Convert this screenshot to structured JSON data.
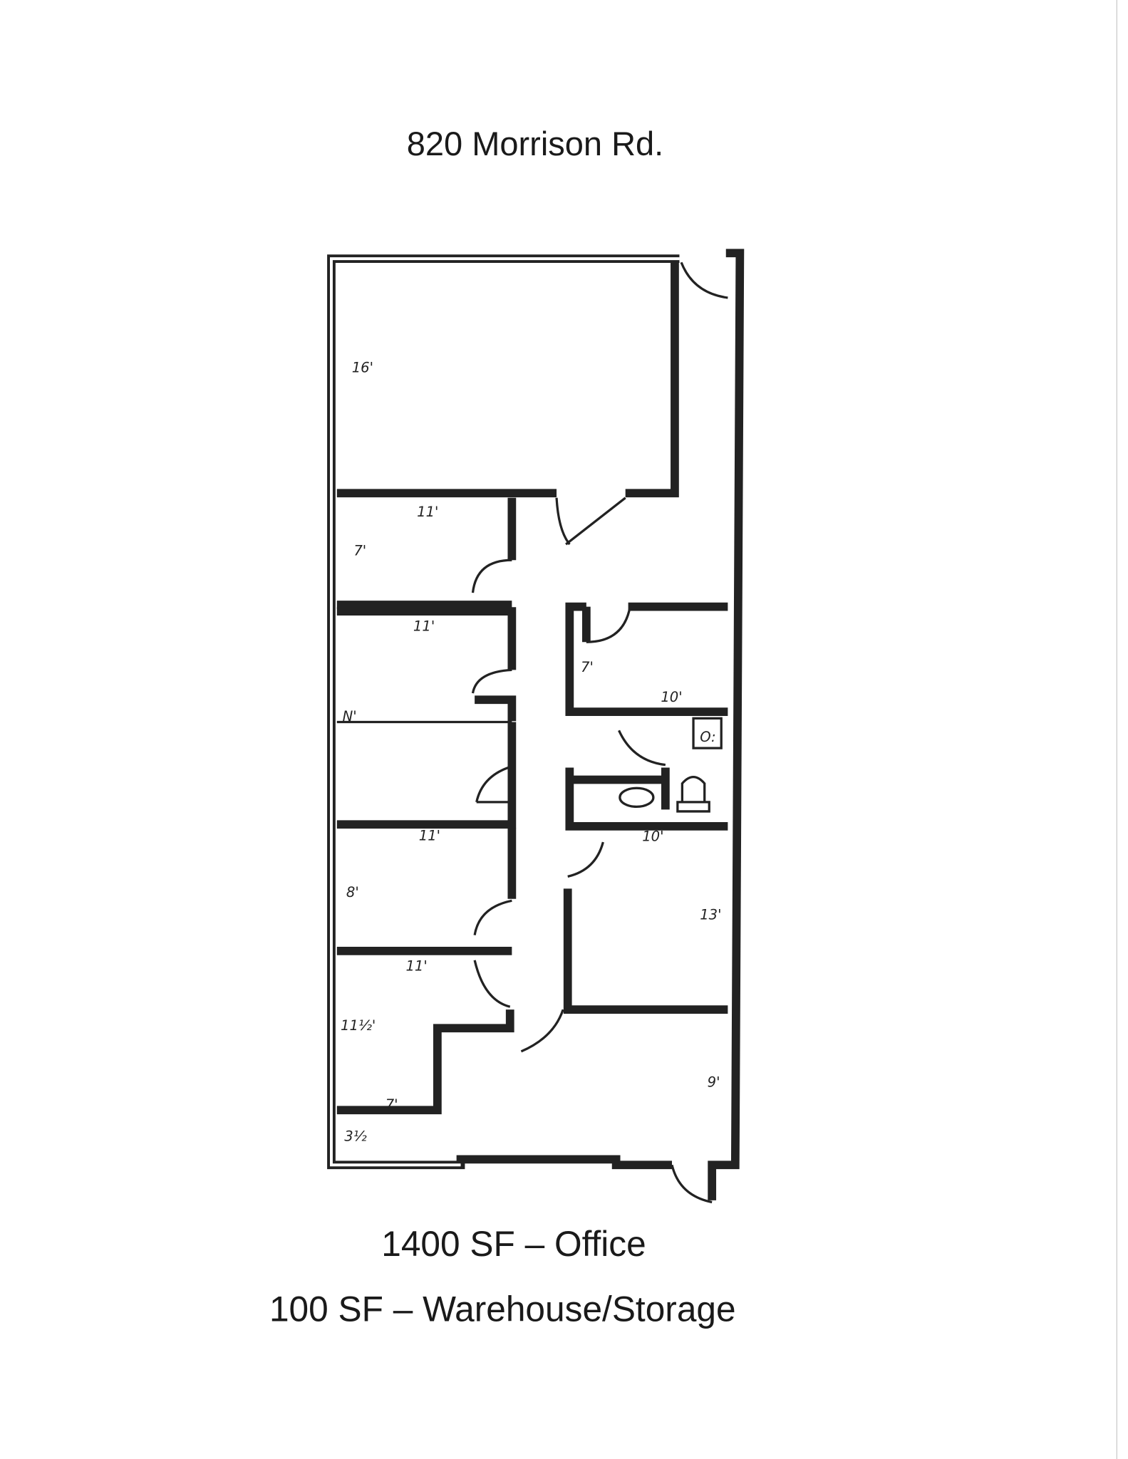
{
  "title": "820 Morrison Rd.",
  "footer": {
    "line1": "1400 SF – Office",
    "line2": "100 SF – Warehouse/Storage"
  },
  "dimensions": {
    "big_room_depth": "16'",
    "room2_width": "11'",
    "room2_depth": "7'",
    "room3_width": "11'",
    "room3_depth": "N'",
    "closet_depth": "7'",
    "closet_width": "10'",
    "room5_width": "11'",
    "room5_depth": "8'",
    "room6_width": "11'",
    "room6_depth": "11½'",
    "room6_step": "7'",
    "hall_depth": "3½",
    "right_room_width": "10'",
    "right_room_depth": "13'",
    "lower_area_depth": "9'"
  },
  "colors": {
    "ink": "#222222",
    "paper": "#ffffff"
  }
}
